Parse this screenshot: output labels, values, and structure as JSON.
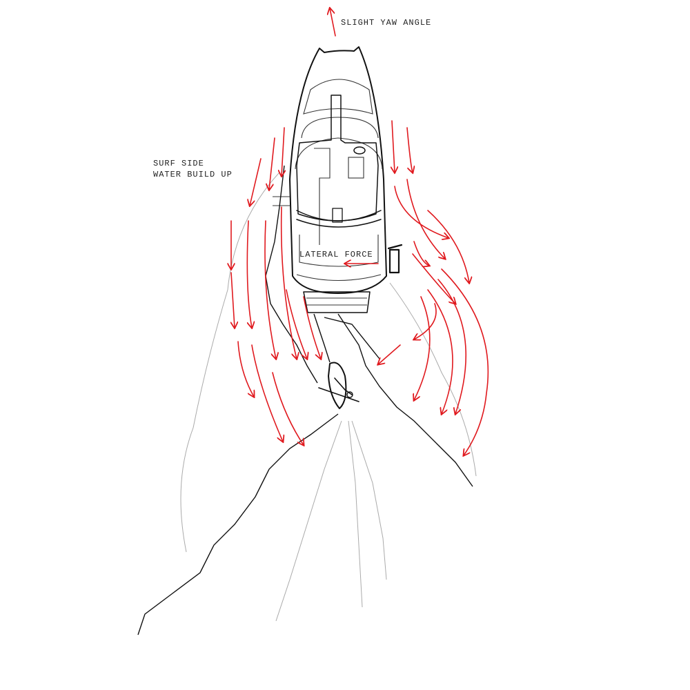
{
  "labels": {
    "yaw": "SLIGHT YAW ANGLE",
    "surf_side_line1": "SURF SIDE",
    "surf_side_line2": "WATER BUILD UP",
    "lateral": "LATERAL FORCE"
  },
  "colors": {
    "arrow": "#e0191e",
    "ink": "#111111"
  }
}
